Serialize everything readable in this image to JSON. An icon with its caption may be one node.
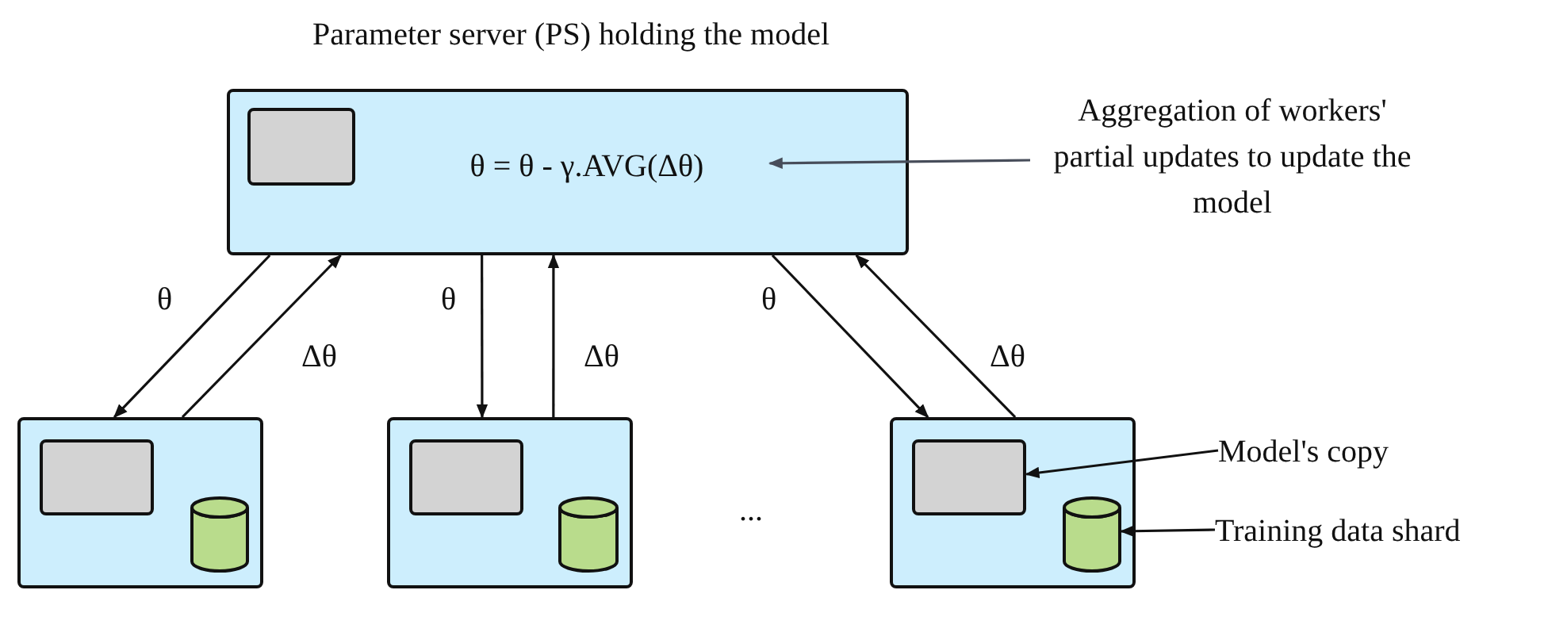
{
  "diagram": {
    "nodes": [
      {
        "text": [
          "Parameter server (PS) holding the model"
        ]
      },
      {
        "text": [],
        "shape": "box",
        "in": 0
      },
      {
        "text": [
          "θ = θ - γ.AVG(Δθ)"
        ],
        "in": 0
      },
      {
        "text": [
          "Aggregation of workers' partial updates to update the model"
        ]
      },
      {
        "text": [],
        "shape": "box"
      },
      {
        "text": [],
        "shape": "box",
        "in": 4
      },
      {
        "text": [],
        "shape": "cylinder",
        "in": 4
      },
      {
        "text": [],
        "shape": "box"
      },
      {
        "text": [],
        "shape": "box",
        "in": 7
      },
      {
        "text": [],
        "shape": "cylinder",
        "in": 7
      },
      {
        "text": [],
        "shape": "box"
      },
      {
        "text": [],
        "shape": "box",
        "in": 10
      },
      {
        "text": [],
        "shape": "cylinder",
        "in": 10
      },
      {
        "text": [
          "Model's copy"
        ]
      },
      {
        "text": [
          "Training  data shard"
        ]
      }
    ],
    "edges": [
      {
        "from": 0,
        "to": 4,
        "arrow": "to",
        "label": "θ"
      },
      {
        "from": 4,
        "to": 0,
        "arrow": "to",
        "label": "Δθ"
      },
      {
        "from": 0,
        "to": 7,
        "arrow": "to",
        "label": "θ"
      },
      {
        "from": 7,
        "to": 0,
        "arrow": "to",
        "label": "Δθ"
      },
      {
        "from": 0,
        "to": 10,
        "arrow": "to",
        "label": "θ"
      },
      {
        "from": 10,
        "to": 0,
        "arrow": "to",
        "label": "Δθ"
      },
      {
        "from": 3,
        "to": 2,
        "arrow": "to",
        "color": "#474d5a"
      },
      {
        "from": 13,
        "to": 11,
        "arrow": "to"
      },
      {
        "from": 14,
        "to": 12,
        "arrow": "to"
      }
    ],
    "labels": [
      "..."
    ]
  }
}
